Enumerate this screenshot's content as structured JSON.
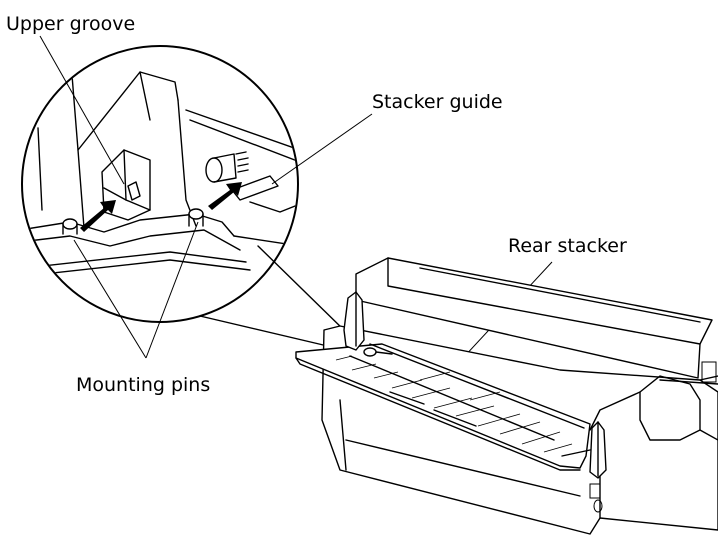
{
  "labels": {
    "upper_groove": "Upper groove",
    "stacker_guide": "Stacker guide",
    "rear_stacker": "Rear stacker",
    "mounting_pins": "Mounting pins"
  },
  "colors": {
    "line": "#000000",
    "background": "#ffffff"
  }
}
